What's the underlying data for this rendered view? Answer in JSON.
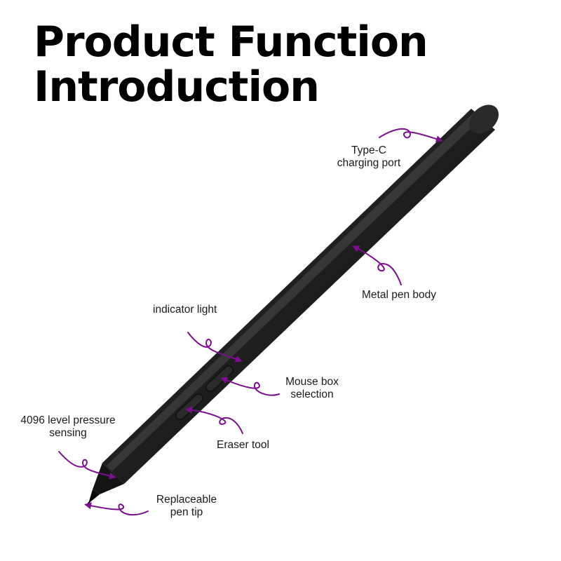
{
  "title": {
    "line1": "Product Function",
    "line2": "Introduction"
  },
  "colors": {
    "arrow": "#7b0f8e",
    "pen_body": "#1f1f1f",
    "background": "#ffffff"
  },
  "labels": {
    "type_c": {
      "line1": "Type-C",
      "line2": "charging port"
    },
    "metal_body": "Metal pen body",
    "indicator_light": "indicator light",
    "mouse_box": {
      "line1": "Mouse box",
      "line2": "selection"
    },
    "pressure": {
      "line1": "4096 level pressure",
      "line2": "sensing"
    },
    "eraser": "Eraser tool",
    "pen_tip": {
      "line1": "Replaceable",
      "line2": "pen tip"
    }
  }
}
